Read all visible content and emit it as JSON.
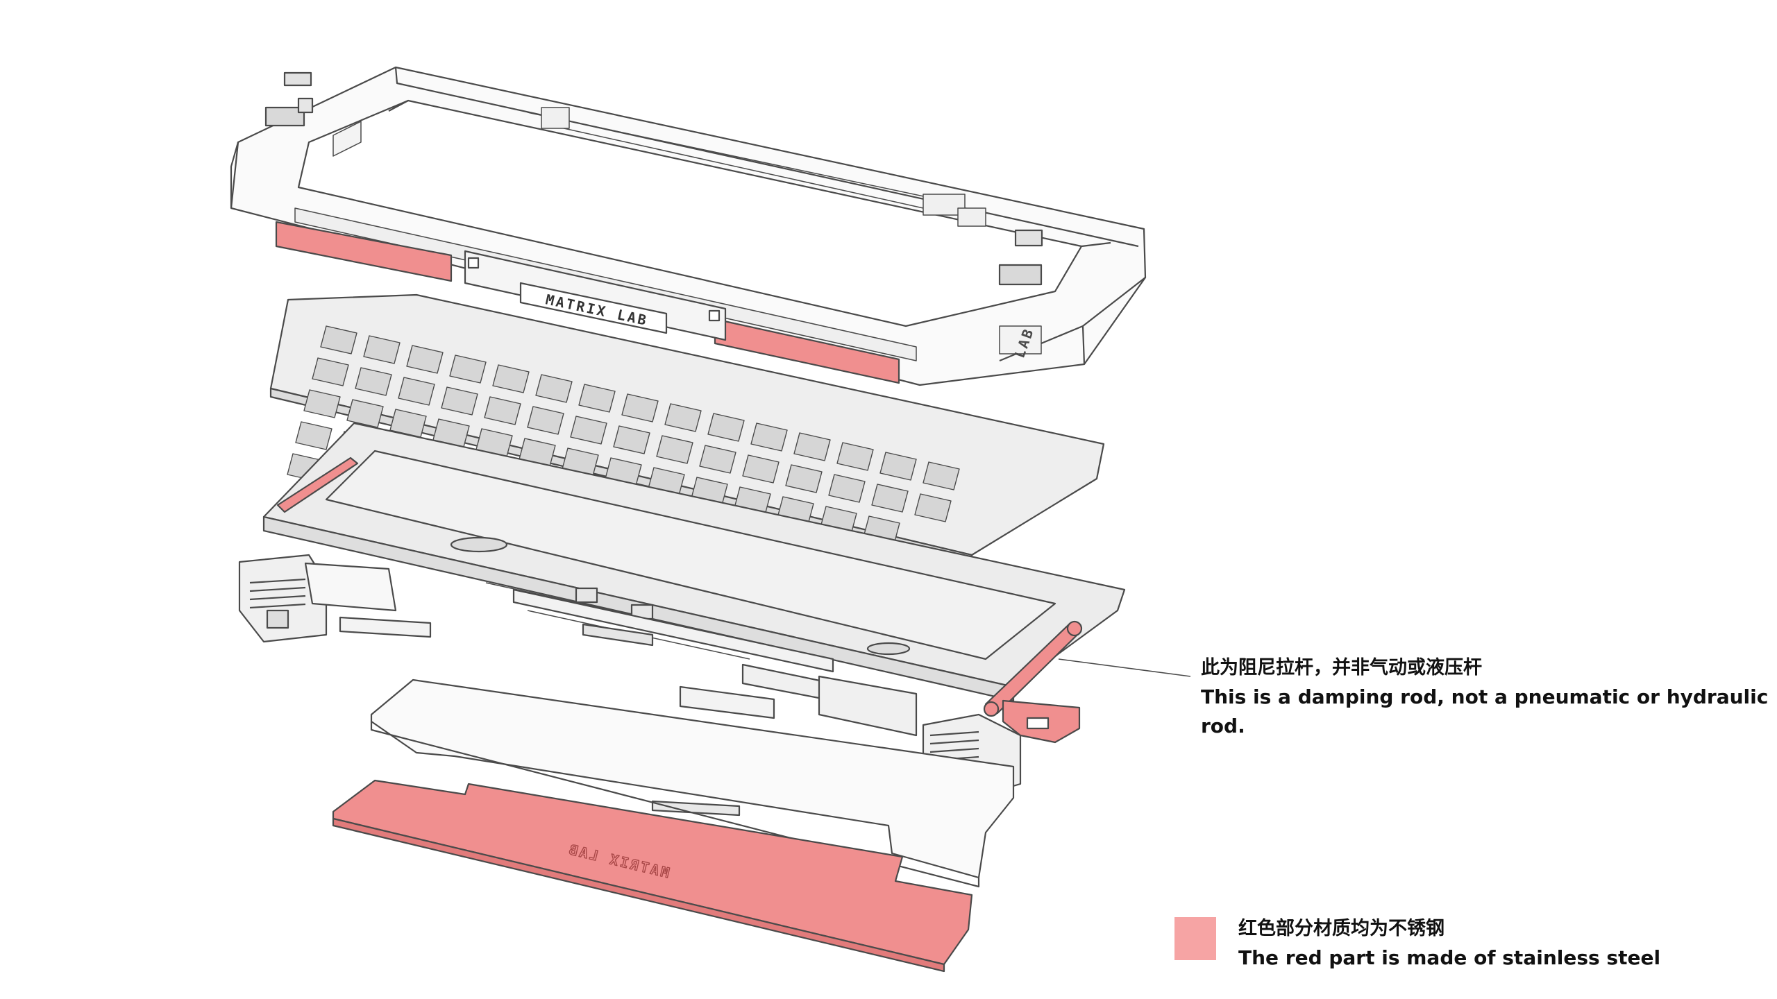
{
  "colors": {
    "stainless_red": "#f08f8f",
    "legend_swatch": "#f6a4a4",
    "line": "#4a4a4a",
    "frame": "#fafafa",
    "plate": "#eeeeee",
    "keycap": "#d6d6d6",
    "pcb": "#ececec"
  },
  "parts": {
    "top_frame_logo": "MATRIX LAB",
    "bottom_plate_logo": "MATRIX LAB"
  },
  "callout": {
    "zh": "此为阻尼拉杆，并非气动或液压杆",
    "en": "This is a damping rod, not a pneumatic or hydraulic rod."
  },
  "legend": {
    "zh": "红色部分材质均为不锈钢",
    "en": "The red part is made of stainless steel"
  }
}
